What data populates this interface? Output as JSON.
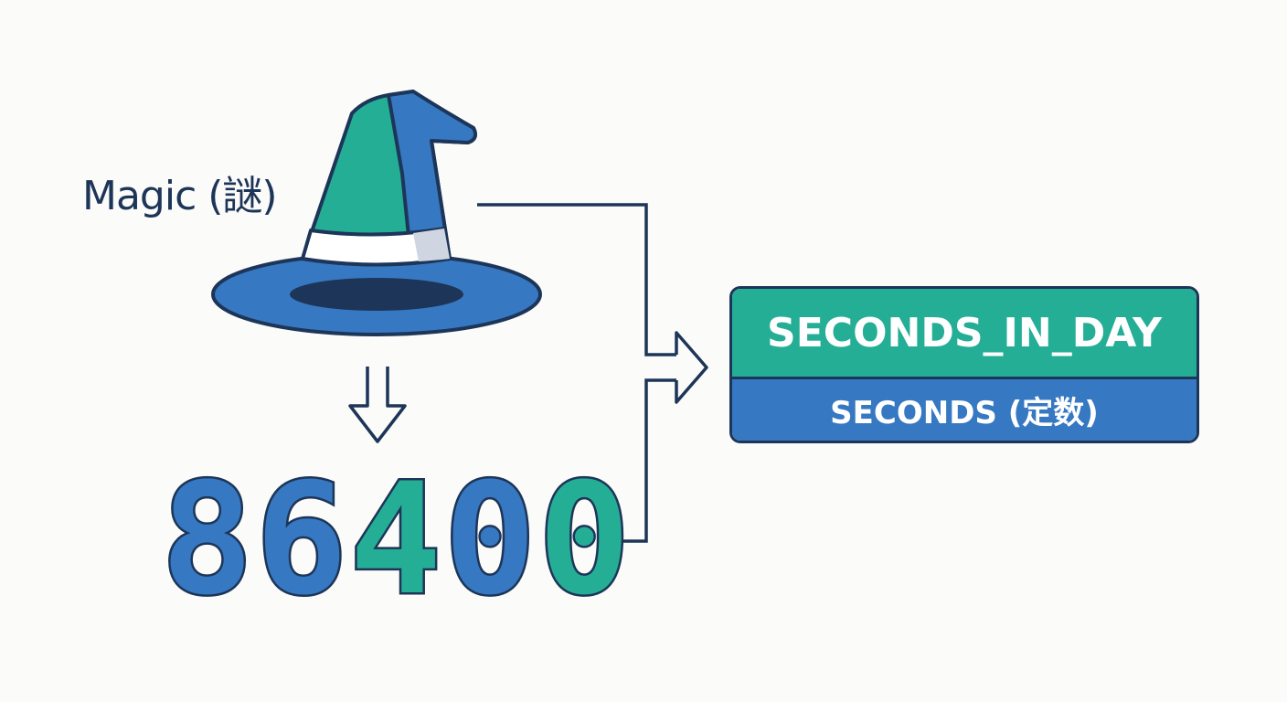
{
  "labels": {
    "magic": "Magic (謎)"
  },
  "number": {
    "digits": [
      "8",
      "6",
      "4",
      "0",
      "0"
    ],
    "digit_colors": [
      "#3678c1",
      "#3678c1",
      "#25ae96",
      "#3678c1",
      "#25ae96"
    ]
  },
  "constant": {
    "name": "SECONDS_IN_DAY",
    "subtitle": "SECONDS (定数)"
  },
  "colors": {
    "navy": "#1d3558",
    "teal": "#25ae96",
    "blue": "#3678c1"
  },
  "icons": [
    "wizard-hat-icon",
    "down-arrow-icon",
    "right-arrow-icon"
  ]
}
